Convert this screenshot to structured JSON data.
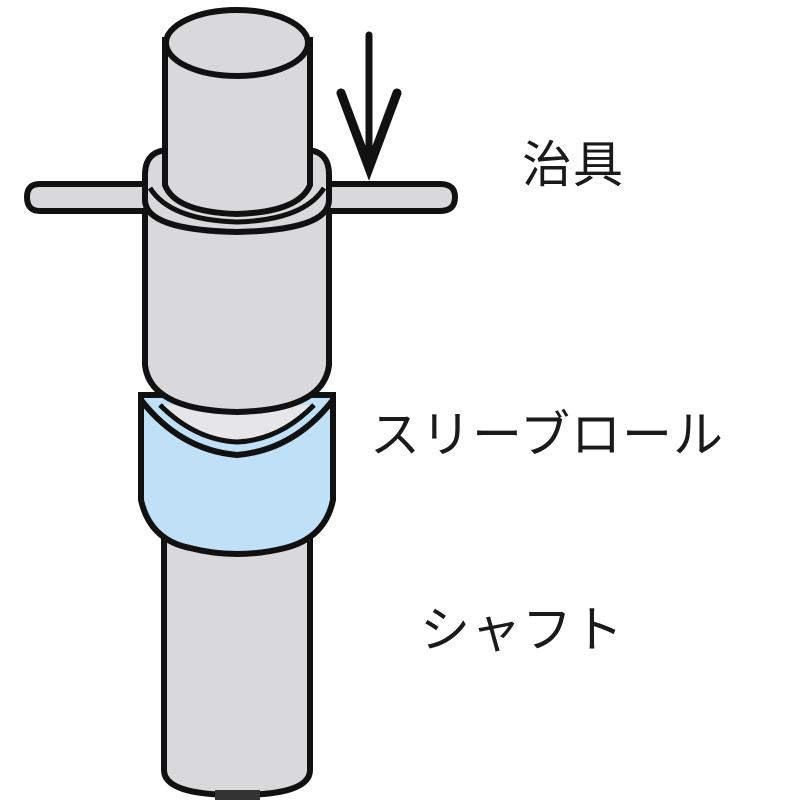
{
  "labels": {
    "jig": "治具",
    "three_roll": "スリーブロール",
    "shaft": "シャフト"
  },
  "colors": {
    "metal_fill": "#d9d9db",
    "sleeve_fill": "#bfe0f7",
    "outline": "#111111",
    "background": "#ffffff"
  },
  "icons": {
    "press_direction": "down-arrow-icon"
  }
}
